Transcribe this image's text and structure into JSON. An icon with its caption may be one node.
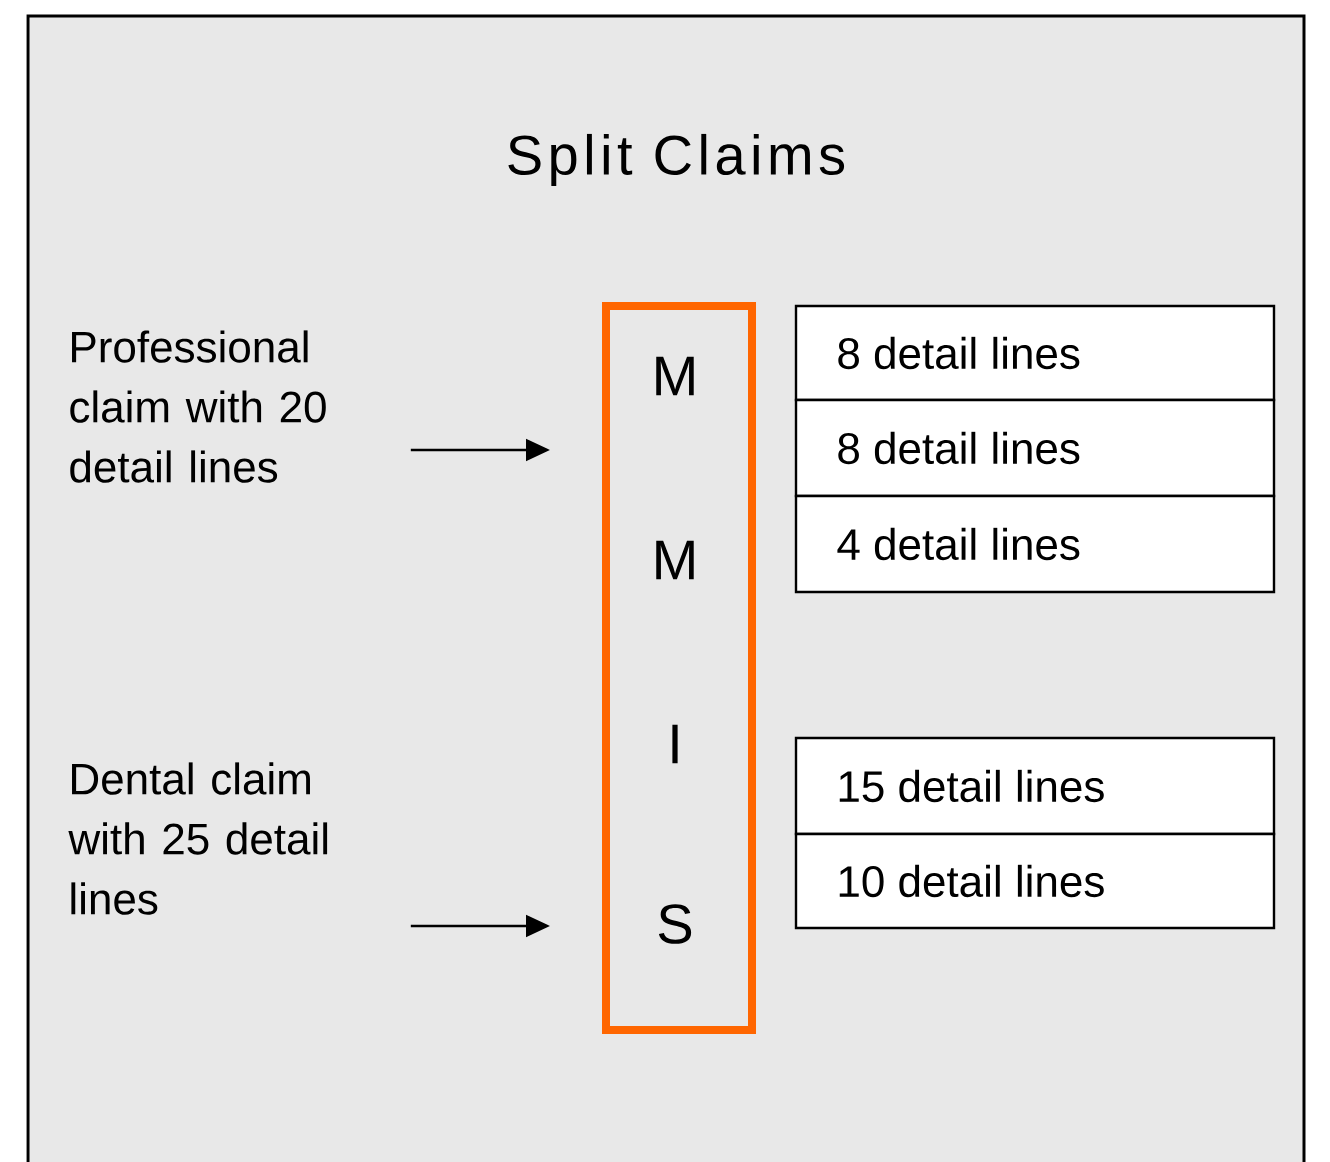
{
  "diagram": {
    "title": "Split Claims",
    "nodes": [
      {
        "text": [
          "Professional claim with 20 detail lines"
        ]
      },
      {
        "text": [
          "Dental claim with 25 detail lines"
        ]
      },
      {
        "text": [
          "M",
          "M",
          "I",
          "S"
        ]
      },
      {
        "text": [
          "8 detail lines"
        ]
      },
      {
        "text": [
          "8 detail lines"
        ]
      },
      {
        "text": [
          "4 detail lines"
        ]
      },
      {
        "text": [
          "15 detail lines"
        ]
      },
      {
        "text": [
          "10 detail lines"
        ]
      }
    ],
    "edges": [
      {
        "from": 0,
        "to": 2,
        "arrow": "to"
      },
      {
        "from": 1,
        "to": 2,
        "arrow": "to"
      }
    ]
  }
}
